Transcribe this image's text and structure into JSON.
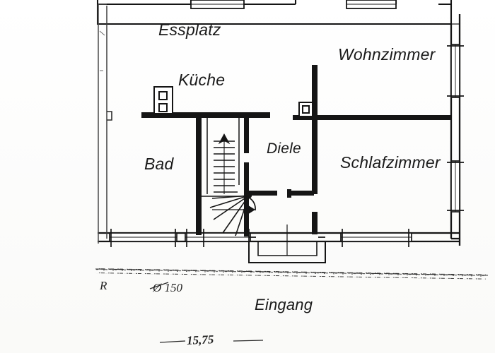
{
  "document": {
    "type": "architectural-floor-plan",
    "language": "de",
    "scan_background_color": "#fdfdfd",
    "line_color": "#151515"
  },
  "rooms": [
    {
      "id": "essplatz",
      "label": "Essplatz"
    },
    {
      "id": "kueche",
      "label": "Küche"
    },
    {
      "id": "wohnzimmer",
      "label": "Wohnzimmer"
    },
    {
      "id": "bad",
      "label": "Bad"
    },
    {
      "id": "diele",
      "label": "Diele"
    },
    {
      "id": "schlafzimmer",
      "label": "Schlafzimmer"
    }
  ],
  "annotations": {
    "entrance_label": "Eingang",
    "handwritten_r": "R",
    "handwritten_diameter": "Ø 150",
    "handwritten_dimension": "15,75"
  },
  "features": {
    "staircase": {
      "name": "staircase",
      "direction_arrow": "up",
      "straight_treads": 9,
      "winder_treads": 5
    },
    "chimney_kitchen": {
      "flues": 2
    },
    "chimney_hall": {
      "flues": 1
    },
    "windows": {
      "top_wall": 2,
      "right_wall": 2,
      "bottom_wall": 3
    },
    "entrance_porch": {
      "name": "entrance-step"
    },
    "terrain_line": {
      "name": "ground-line",
      "style": "speckled-dashed"
    }
  }
}
